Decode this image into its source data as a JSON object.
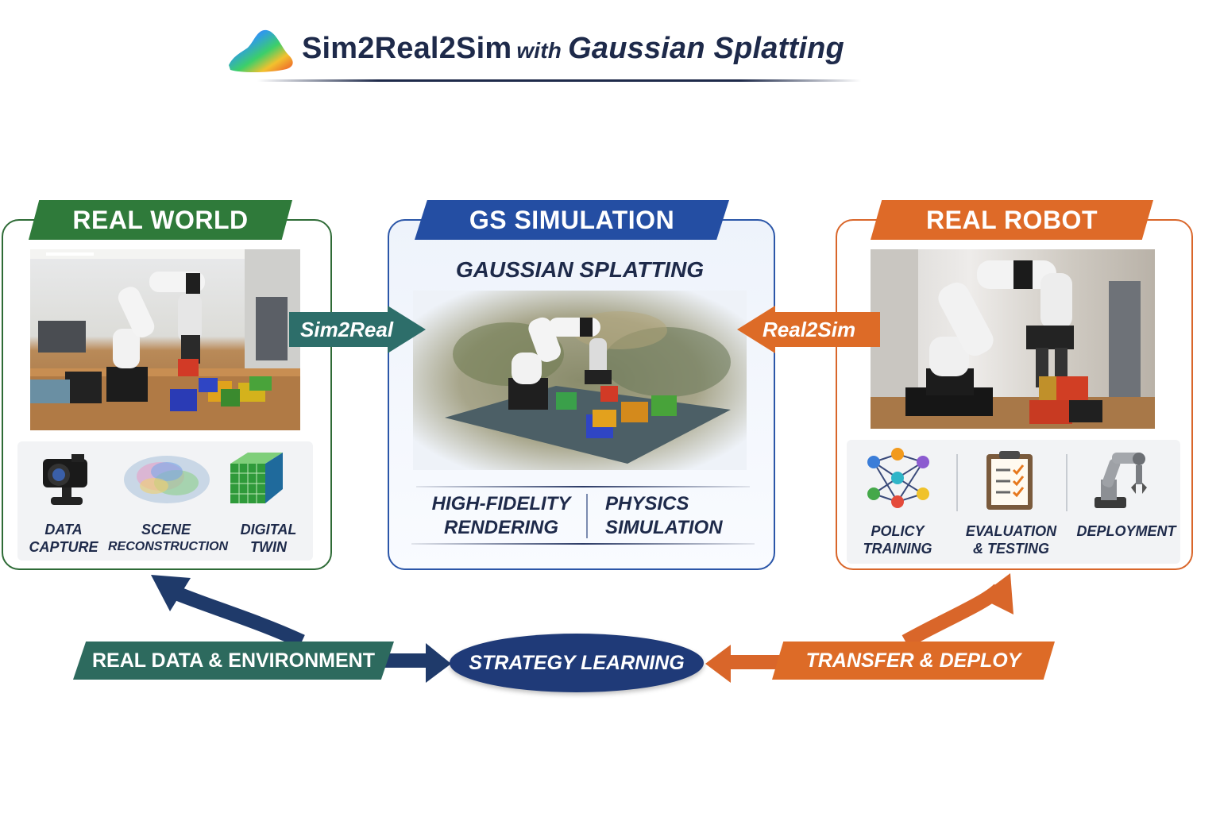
{
  "title": {
    "part1": "Sim2Real2Sim",
    "part2": "with",
    "part3": "Gaussian Splatting"
  },
  "panels": {
    "real_world": {
      "title": "REAL WORLD",
      "items": [
        {
          "icon": "camera-icon",
          "label_line1": "DATA",
          "label_line2": "CAPTURE"
        },
        {
          "icon": "point-cloud-icon",
          "label_line1": "SCENE",
          "label_line2": "RECONSTRUCTION"
        },
        {
          "icon": "grid-cube-icon",
          "label_line1": "DIGITAL",
          "label_line2": "TWIN"
        }
      ]
    },
    "gs_simulation": {
      "title": "GS SIMULATION",
      "subtitle": "GAUSSIAN SPLATTING",
      "features": [
        {
          "line1": "HIGH-FIDELITY",
          "line2": "RENDERING"
        },
        {
          "line1": "PHYSICS",
          "line2": "SIMULATION"
        }
      ]
    },
    "real_robot": {
      "title": "REAL ROBOT",
      "items": [
        {
          "icon": "neural-network-icon",
          "label_line1": "POLICY",
          "label_line2": "TRAINING"
        },
        {
          "icon": "clipboard-checklist-icon",
          "label_line1": "EVALUATION",
          "label_line2": "& TESTING"
        },
        {
          "icon": "robot-arm-icon",
          "label_line1": "DEPLOYMENT",
          "label_line2": ""
        }
      ]
    }
  },
  "arrows": {
    "sim2real": "Sim2Real",
    "real2sim": "Real2Sim"
  },
  "bottom": {
    "left_label": "REAL DATA & ENVIRONMENT",
    "center_label": "STRATEGY LEARNING",
    "right_label": "TRANSFER & DEPLOY"
  },
  "colors": {
    "green": "#2f7a3a",
    "blue": "#244ea3",
    "orange": "#de6a28",
    "navy": "#1f3a78",
    "teal": "#2d6a5e"
  }
}
